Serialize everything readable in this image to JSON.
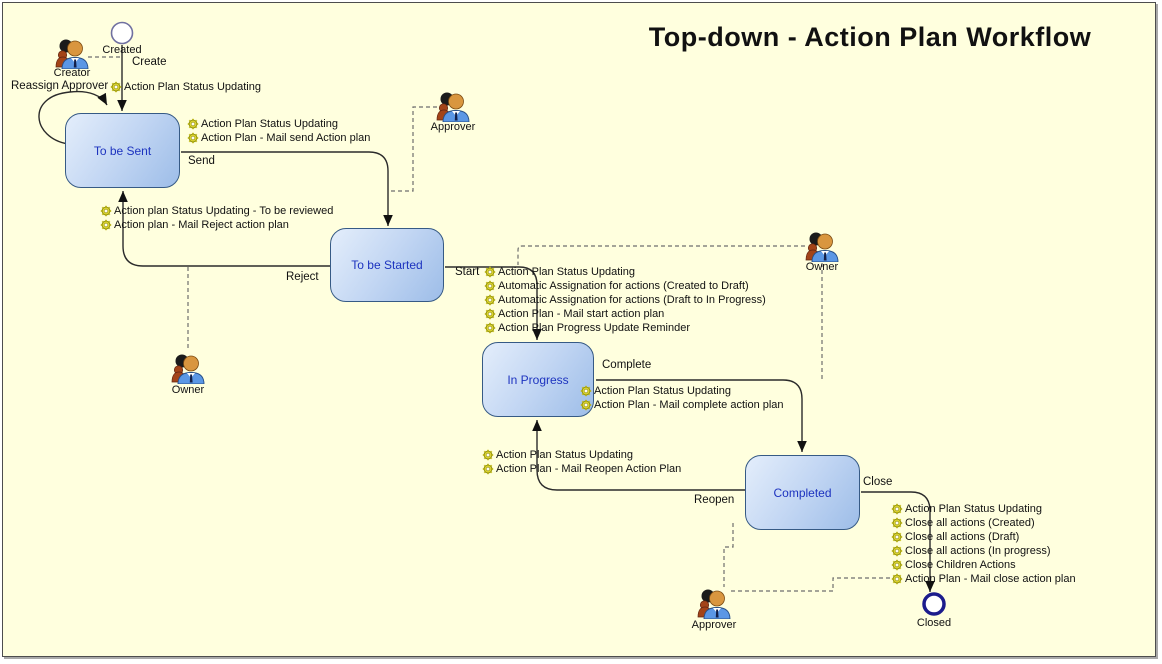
{
  "title": "Top-down - Action Plan Workflow",
  "colors": {
    "canvas_background": "#FFFFDE",
    "state_fill_top": "#E4EEFB",
    "state_fill_bottom": "#9DBDE8",
    "state_border": "#365A85",
    "state_text": "#1D33BF",
    "gear_icon": "#DDD42E",
    "end_node_border": "#1C1C8C",
    "edge_solid": "#2B2B2B",
    "edge_dashed": "#6E6E6E"
  },
  "terminals": {
    "created": {
      "label": "Created"
    },
    "closed": {
      "label": "Closed"
    }
  },
  "states": {
    "to_be_sent": {
      "label": "To be Sent"
    },
    "to_be_started": {
      "label": "To be Started"
    },
    "in_progress": {
      "label": "In Progress"
    },
    "completed": {
      "label": "Completed"
    }
  },
  "actors": {
    "creator": {
      "label": "Creator",
      "icon": "people-icon"
    },
    "approver_top": {
      "label": "Approver",
      "icon": "people-icon"
    },
    "owner_right": {
      "label": "Owner",
      "icon": "people-icon"
    },
    "owner_left": {
      "label": "Owner",
      "icon": "people-icon"
    },
    "approver_bottom": {
      "label": "Approver",
      "icon": "people-icon"
    }
  },
  "transitions": {
    "create": {
      "label": "Create"
    },
    "send": {
      "label": "Send"
    },
    "reject": {
      "label": "Reject"
    },
    "start": {
      "label": "Start"
    },
    "complete": {
      "label": "Complete"
    },
    "reopen": {
      "label": "Reopen"
    },
    "close": {
      "label": "Close"
    },
    "reassign_approver": {
      "label": "Reassign Approver"
    }
  },
  "actions": {
    "create": [
      "Action Plan Status Updating"
    ],
    "send": [
      "Action Plan Status Updating",
      "Action Plan - Mail send Action plan"
    ],
    "reject": [
      "Action plan Status Updating - To be reviewed",
      "Action plan - Mail Reject action plan"
    ],
    "start": [
      "Action Plan Status Updating",
      "Automatic Assignation for actions (Created to Draft)",
      "Automatic Assignation for actions (Draft to In Progress)",
      "Action Plan - Mail start action plan",
      "Action Plan Progress Update Reminder"
    ],
    "complete": [
      "Action Plan Status Updating",
      "Action Plan - Mail complete action plan"
    ],
    "reopen": [
      "Action Plan Status Updating",
      "Action Plan - Mail Reopen Action Plan"
    ],
    "close": [
      "Action Plan Status Updating",
      "Close all actions (Created)",
      "Close all actions (Draft)",
      "Close all actions (In progress)",
      "Close Children Actions",
      "Action Plan - Mail close action plan"
    ]
  }
}
